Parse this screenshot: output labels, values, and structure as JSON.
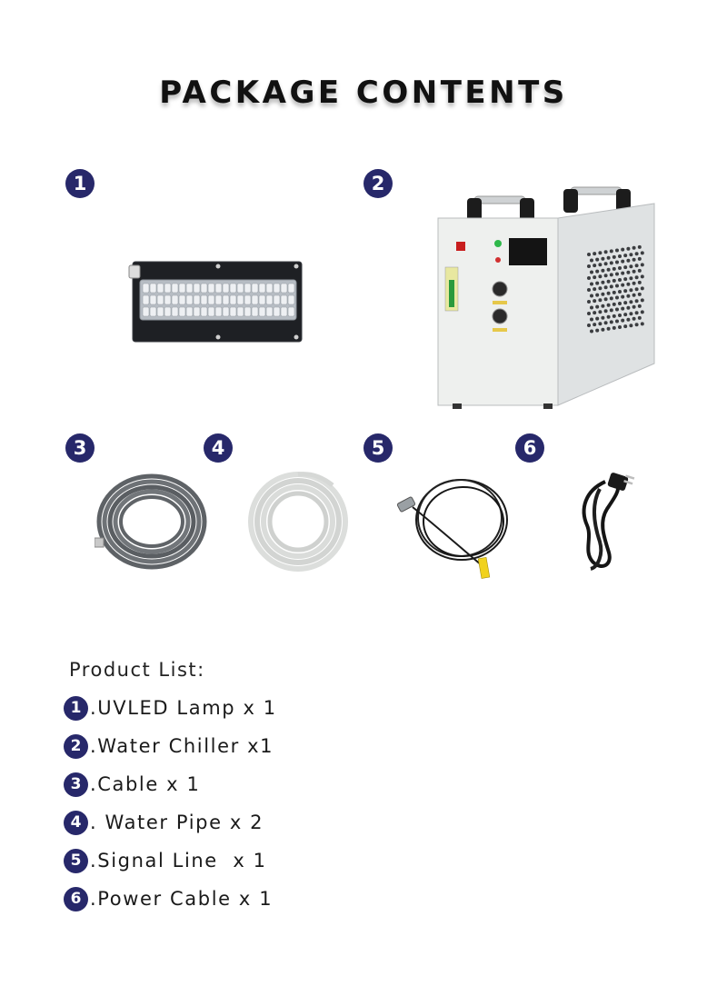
{
  "header": {
    "title": "PACKAGE CONTENTS"
  },
  "colors": {
    "badge": "#27286a",
    "chiller_body": "#eef0ee",
    "lamp_plate": "#1e2024"
  },
  "items": [
    {
      "number": "1",
      "image": "uvled-lamp-image"
    },
    {
      "number": "2",
      "image": "water-chiller-image"
    },
    {
      "number": "3",
      "image": "cable-coil-image"
    },
    {
      "number": "4",
      "image": "water-pipe-coil-image"
    },
    {
      "number": "5",
      "image": "signal-line-image"
    },
    {
      "number": "6",
      "image": "power-cable-image"
    }
  ],
  "product_list": {
    "heading": "Product List:",
    "entries": [
      {
        "number": "1",
        "text": ".UVLED Lamp x 1"
      },
      {
        "number": "2",
        "text": ".Water Chiller x1"
      },
      {
        "number": "3",
        "text": ".Cable x 1"
      },
      {
        "number": "4",
        "text": ". Water Pipe x 2"
      },
      {
        "number": "5",
        "text": ".Signal Line  x 1"
      },
      {
        "number": "6",
        "text": ".Power Cable x 1"
      }
    ]
  }
}
